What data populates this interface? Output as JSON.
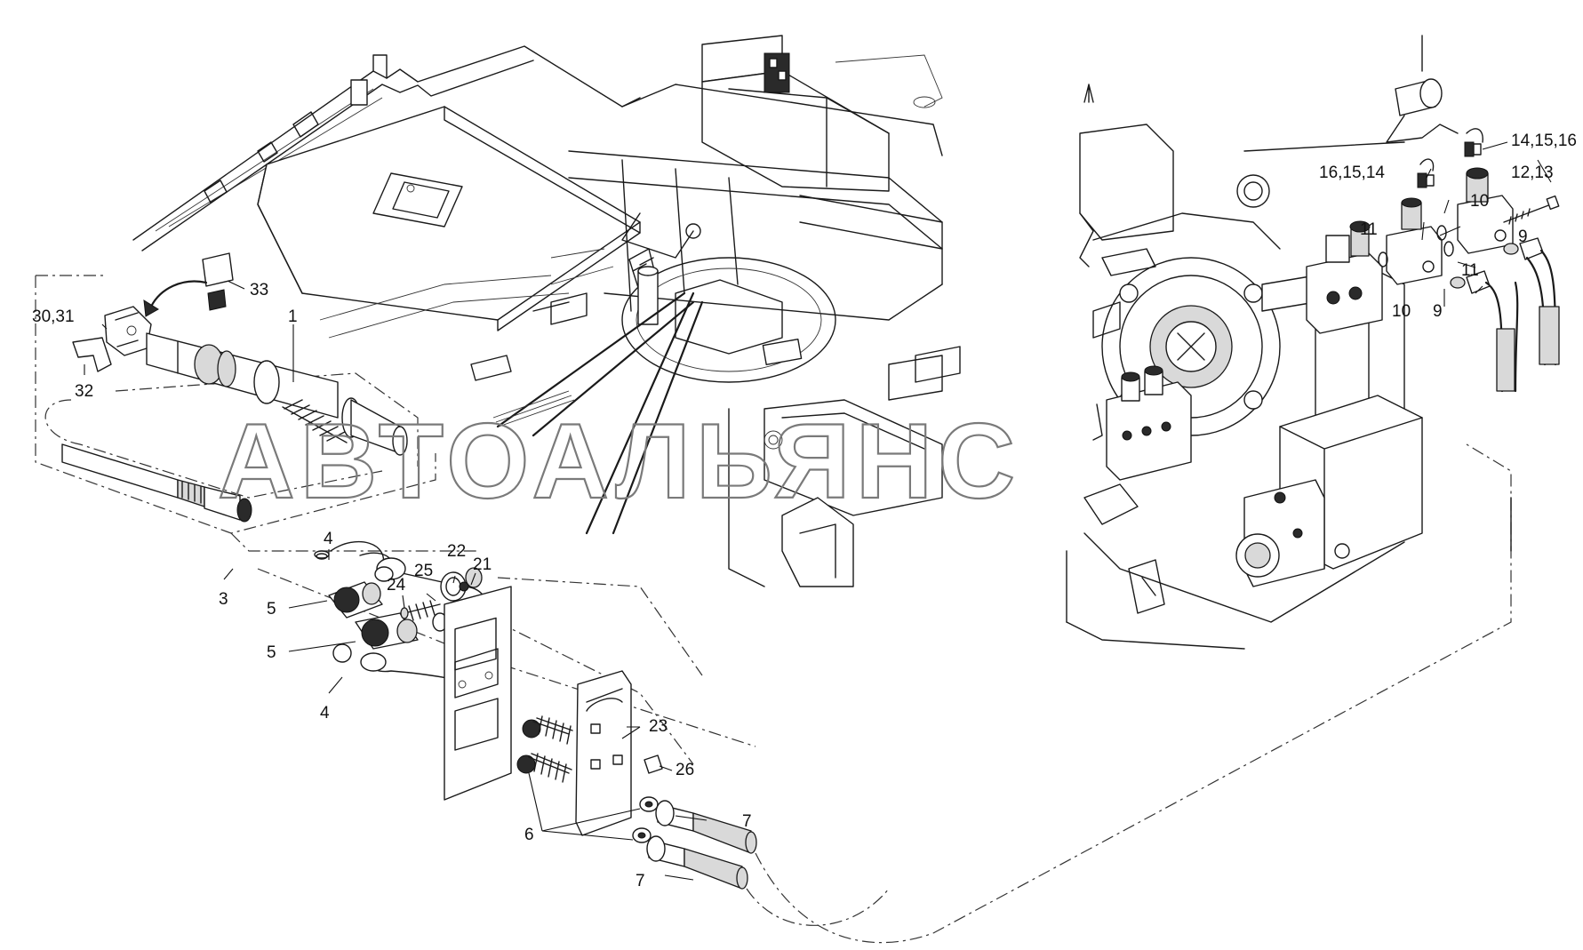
{
  "watermark": "АВТОАЛЬЯНС",
  "callouts": [
    {
      "id": "c1",
      "text": "1"
    },
    {
      "id": "c3",
      "text": "3"
    },
    {
      "id": "c4a",
      "text": "4"
    },
    {
      "id": "c4b",
      "text": "4"
    },
    {
      "id": "c5a",
      "text": "5"
    },
    {
      "id": "c5b",
      "text": "5"
    },
    {
      "id": "c6",
      "text": "6"
    },
    {
      "id": "c7a",
      "text": "7"
    },
    {
      "id": "c7b",
      "text": "7"
    },
    {
      "id": "c9a",
      "text": "9"
    },
    {
      "id": "c9b",
      "text": "9"
    },
    {
      "id": "c10a",
      "text": "10"
    },
    {
      "id": "c10b",
      "text": "10"
    },
    {
      "id": "c11a",
      "text": "11"
    },
    {
      "id": "c11b",
      "text": "11"
    },
    {
      "id": "c1213",
      "text": "12,13"
    },
    {
      "id": "c141516",
      "text": "14,15,16"
    },
    {
      "id": "c161514",
      "text": "16,15,14"
    },
    {
      "id": "c21",
      "text": "21"
    },
    {
      "id": "c22",
      "text": "22"
    },
    {
      "id": "c23",
      "text": "23"
    },
    {
      "id": "c24",
      "text": "24"
    },
    {
      "id": "c25",
      "text": "25"
    },
    {
      "id": "c26",
      "text": "26"
    },
    {
      "id": "c3031",
      "text": "30,31"
    },
    {
      "id": "c32",
      "text": "32"
    },
    {
      "id": "c33",
      "text": "33"
    }
  ]
}
